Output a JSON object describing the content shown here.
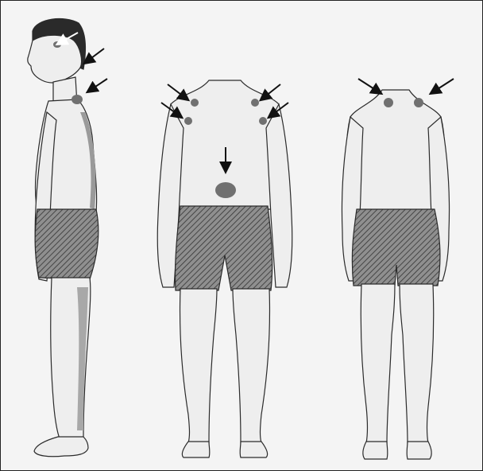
{
  "figure": {
    "views": [
      "side-view",
      "front-view",
      "back-view"
    ],
    "colors": {
      "outline": "#2b2b2b",
      "skin": "#eeeeee",
      "shading": "#9a9a9a",
      "hair": "#2a2a2a",
      "spot": "#707070",
      "arrow_black": "#111111",
      "arrow_white": "#ffffff",
      "hatch": "#555555"
    },
    "icons": [
      "arrow-icon",
      "lesion-spot-icon"
    ]
  }
}
